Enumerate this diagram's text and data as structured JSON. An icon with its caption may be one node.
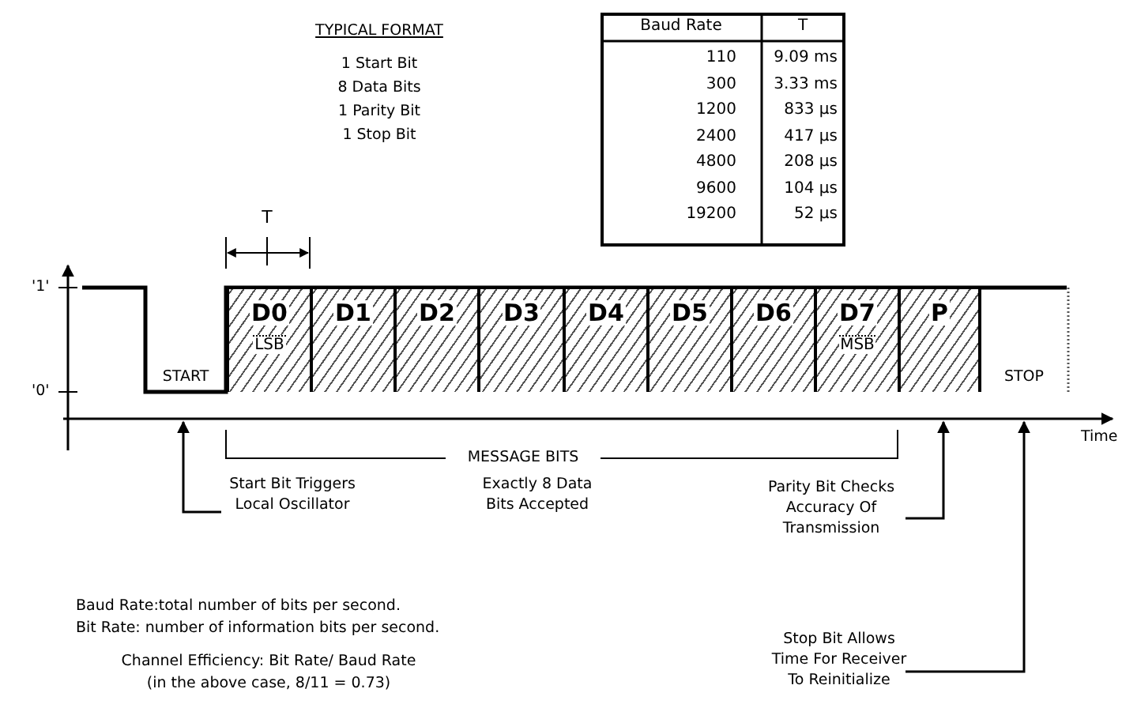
{
  "diagram": {
    "nodes": [
      {
        "text": [
          "START"
        ]
      },
      {
        "text": [
          "D0",
          "LSB"
        ]
      },
      {
        "text": [
          "D1"
        ]
      },
      {
        "text": [
          "D2"
        ]
      },
      {
        "text": [
          "D3"
        ]
      },
      {
        "text": [
          "D4"
        ]
      },
      {
        "text": [
          "D5"
        ]
      },
      {
        "text": [
          "D6"
        ]
      },
      {
        "text": [
          "D7",
          "MSB"
        ]
      },
      {
        "text": [
          "P"
        ]
      },
      {
        "text": [
          "STOP"
        ]
      },
      {
        "text": [
          "Start Bit Triggers Local Oscillator"
        ]
      },
      {
        "text": [
          "Exactly 8 Data Bits Accepted"
        ]
      },
      {
        "text": [
          "Parity Bit Checks Accuracy Of Transmission"
        ]
      },
      {
        "text": [
          "Stop Bit Allows Time For Receiver To Reinitialize"
        ]
      }
    ],
    "edges": [
      {
        "from": 11,
        "to": 0,
        "arrow": "to"
      },
      {
        "from": 13,
        "to": 9,
        "arrow": "to"
      },
      {
        "from": 14,
        "to": 10,
        "arrow": "to"
      }
    ],
    "labels": [
      "TYPICAL FORMAT",
      "1 Start Bit",
      "8 Data Bits",
      "1 Parity Bit",
      "1 Stop Bit",
      "Baud Rate",
      "T",
      "110",
      "9.09 ms",
      "300",
      "3.33 ms",
      "1200",
      "833 µs",
      "2400",
      "417 µs",
      "4800",
      "208 µs",
      "9600",
      "104 µs",
      "T",
      "19200",
      "52 µs",
      "'1'",
      "'0'",
      "Time",
      "MESSAGE BITS",
      "Baud Rate:total number of bits per second.",
      "Bit Rate: number of information bits per second.",
      "Channel Efficiency: Bit Rate/ Baud Rate",
      "(in the above case, 8/11 = 0.73)"
    ]
  }
}
